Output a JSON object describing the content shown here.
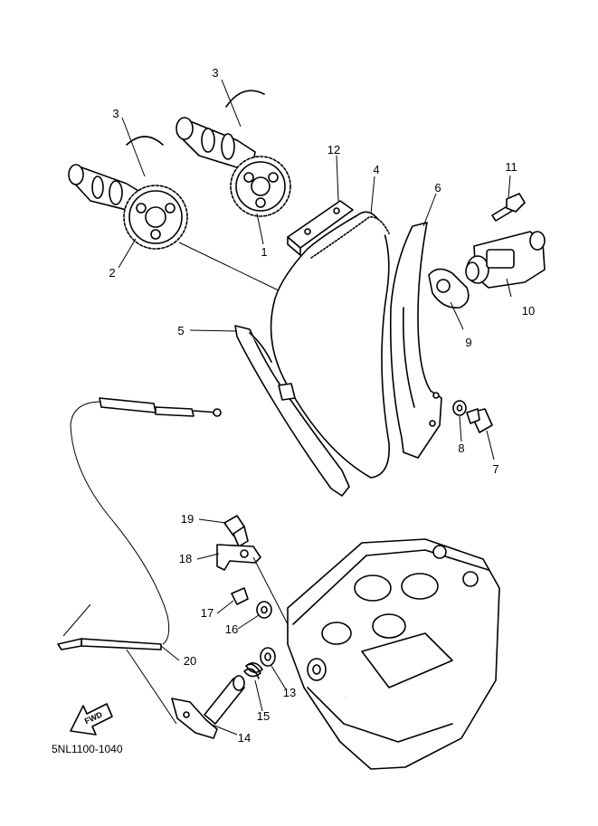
{
  "diagram_code": "5NL1100-1040",
  "fwd_label": "FWD",
  "callouts": {
    "c1": "1",
    "c2": "2",
    "c3a": "3",
    "c3b": "3",
    "c4": "4",
    "c5": "5",
    "c6": "6",
    "c7": "7",
    "c8": "8",
    "c9": "9",
    "c10": "10",
    "c11": "11",
    "c12": "12",
    "c13": "13",
    "c14": "14",
    "c15": "15",
    "c16": "16",
    "c17": "17",
    "c18": "18",
    "c19": "19",
    "c20": "20"
  }
}
